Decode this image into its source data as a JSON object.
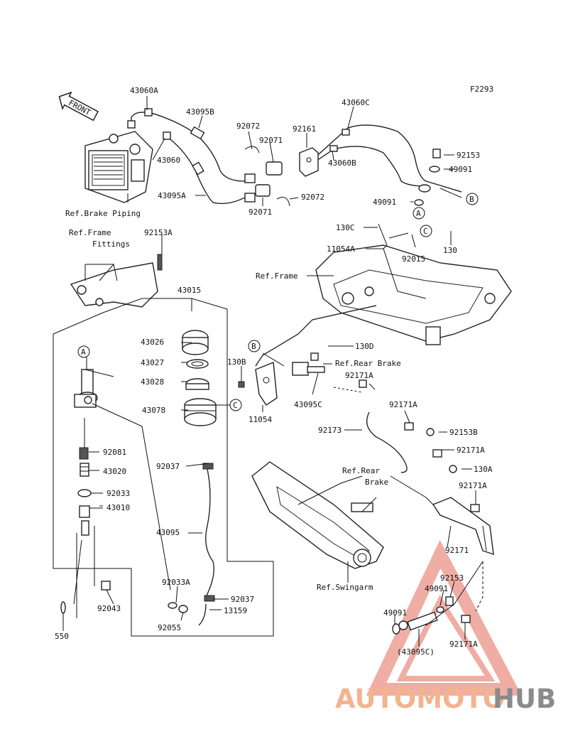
{
  "figure_code": "F2293",
  "front_label": "FRONT",
  "watermark": {
    "part1": "AUTOMOTO",
    "part2": "HUB"
  },
  "callouts": [
    "A",
    "B",
    "C"
  ],
  "labels": {
    "p43060A": "43060A",
    "p43095B": "43095B",
    "p92072a": "92072",
    "p92161": "92161",
    "p43060C": "43060C",
    "p92071a": "92071",
    "p43060": "43060",
    "p43060B": "43060B",
    "p92153a": "92153",
    "p49091a": "49091",
    "p43095A": "43095A",
    "p92072b": "92072",
    "p92071b": "92071",
    "p49091b": "49091",
    "refBrakePiping": "Ref.Brake Piping",
    "p130C": "130C",
    "p11054A": "11054A",
    "p92015": "92015",
    "p130": "130",
    "refFrameFittings1": "Ref.Frame",
    "refFrameFittings2": "Fittings",
    "p92153A": "92153A",
    "refFrame": "Ref.Frame",
    "p43015": "43015",
    "p43026": "43026",
    "p43027": "43027",
    "p43028": "43028",
    "p43078": "43078",
    "p130B": "130B",
    "p11054": "11054",
    "p130D": "130D",
    "refRearBrake1": "Ref.Rear Brake",
    "p92171Aa": "92171A",
    "p43095C": "43095C",
    "p92171Ab": "92171A",
    "p92173": "92173",
    "p92153B": "92153B",
    "p92171Ac": "92171A",
    "refRearBrake2a": "Ref.Rear",
    "refRearBrake2b": "Brake",
    "p130A": "130A",
    "p92171Ad": "92171A",
    "p92081": "92081",
    "p43020": "43020",
    "p92037a": "92037",
    "p92033": "92033",
    "p43010": "43010",
    "p43095": "43095",
    "p92171": "92171",
    "refSwingarm": "Ref.Swingarm",
    "p92153b": "92153",
    "p49091c": "49091",
    "p92033A": "92033A",
    "p92037b": "92037",
    "p13159": "13159",
    "p92043": "92043",
    "p92055": "92055",
    "p49091d": "49091",
    "p43095Cp": "(43095C)",
    "p92171Ae": "92171A",
    "p550": "550"
  }
}
